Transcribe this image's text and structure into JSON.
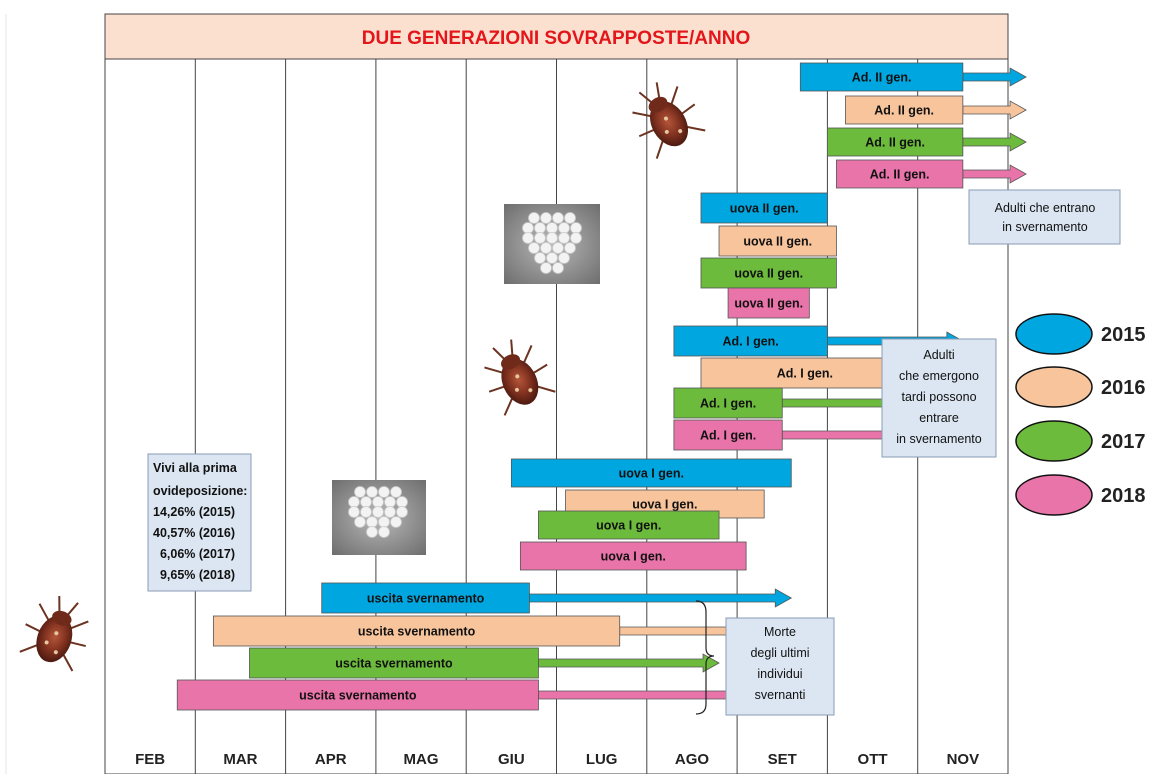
{
  "chart_data": {
    "type": "gantt",
    "title": "DUE GENERAZIONI SOVRAPPOSTE/ANNO",
    "months": [
      "FEB",
      "MAR",
      "APR",
      "MAG",
      "GIU",
      "LUG",
      "AGO",
      "SET",
      "OTT",
      "NOV"
    ],
    "colors": {
      "2015": "#00a6e0",
      "2016": "#f7c49c",
      "2017": "#6cbb3c",
      "2018": "#e874a9"
    },
    "legend": [
      "2015",
      "2016",
      "2017",
      "2018"
    ],
    "phases": [
      {
        "label": "Ad. II gen.",
        "rows": [
          {
            "year": "2015",
            "start": 7.7,
            "end": 9.5,
            "arrow_end": 10.2
          },
          {
            "year": "2016",
            "start": 8.2,
            "end": 9.5,
            "arrow_end": 10.2
          },
          {
            "year": "2017",
            "start": 8.0,
            "end": 9.5,
            "arrow_end": 10.2
          },
          {
            "year": "2018",
            "start": 8.1,
            "end": 9.5,
            "arrow_end": 10.2
          }
        ]
      },
      {
        "label": "uova II gen.",
        "rows": [
          {
            "year": "2015",
            "start": 6.6,
            "end": 8.0
          },
          {
            "year": "2016",
            "start": 6.8,
            "end": 8.1
          },
          {
            "year": "2017",
            "start": 6.6,
            "end": 8.1
          },
          {
            "year": "2018",
            "start": 6.9,
            "end": 7.8
          }
        ]
      },
      {
        "label": "Ad. I gen.",
        "rows": [
          {
            "year": "2015",
            "start": 6.3,
            "end": 8.0,
            "arrow_end": 9.5
          },
          {
            "year": "2016",
            "start": 6.6,
            "end": 8.9,
            "arrow_end": 9.5
          },
          {
            "year": "2017",
            "start": 6.3,
            "end": 7.5,
            "arrow_end": 9.5
          },
          {
            "year": "2018",
            "start": 6.3,
            "end": 7.5,
            "arrow_end": 9.5
          }
        ]
      },
      {
        "label": "uova I gen.",
        "rows": [
          {
            "year": "2015",
            "start": 4.5,
            "end": 7.6
          },
          {
            "year": "2016",
            "start": 5.1,
            "end": 7.3
          },
          {
            "year": "2017",
            "start": 4.8,
            "end": 6.8
          },
          {
            "year": "2018",
            "start": 4.6,
            "end": 7.1
          }
        ]
      },
      {
        "label": "uscita svernamento",
        "rows": [
          {
            "year": "2015",
            "start": 2.4,
            "end": 4.7,
            "arrow_end": 7.6
          },
          {
            "year": "2016",
            "start": 1.2,
            "end": 5.7,
            "arrow_end": 7.3
          },
          {
            "year": "2017",
            "start": 1.6,
            "end": 4.8,
            "arrow_end": 6.8
          },
          {
            "year": "2018",
            "start": 0.8,
            "end": 4.8,
            "arrow_end": 7.2
          }
        ]
      }
    ],
    "notes": {
      "adulti_entrano": [
        "Adulti che entrano",
        "in svernamento"
      ],
      "adulti_emergono": [
        "Adulti",
        "che emergono",
        "tardi possono",
        "entrare",
        "in svernamento"
      ],
      "morte": [
        "Morte",
        "degli ultimi",
        "individui",
        "svernanti"
      ],
      "vivi": [
        "Vivi alla prima",
        "ovideposizione:",
        "14,26% (2015)",
        "40,57% (2016)",
        "  6,06% (2017)",
        "  9,65% (2018)"
      ]
    }
  }
}
